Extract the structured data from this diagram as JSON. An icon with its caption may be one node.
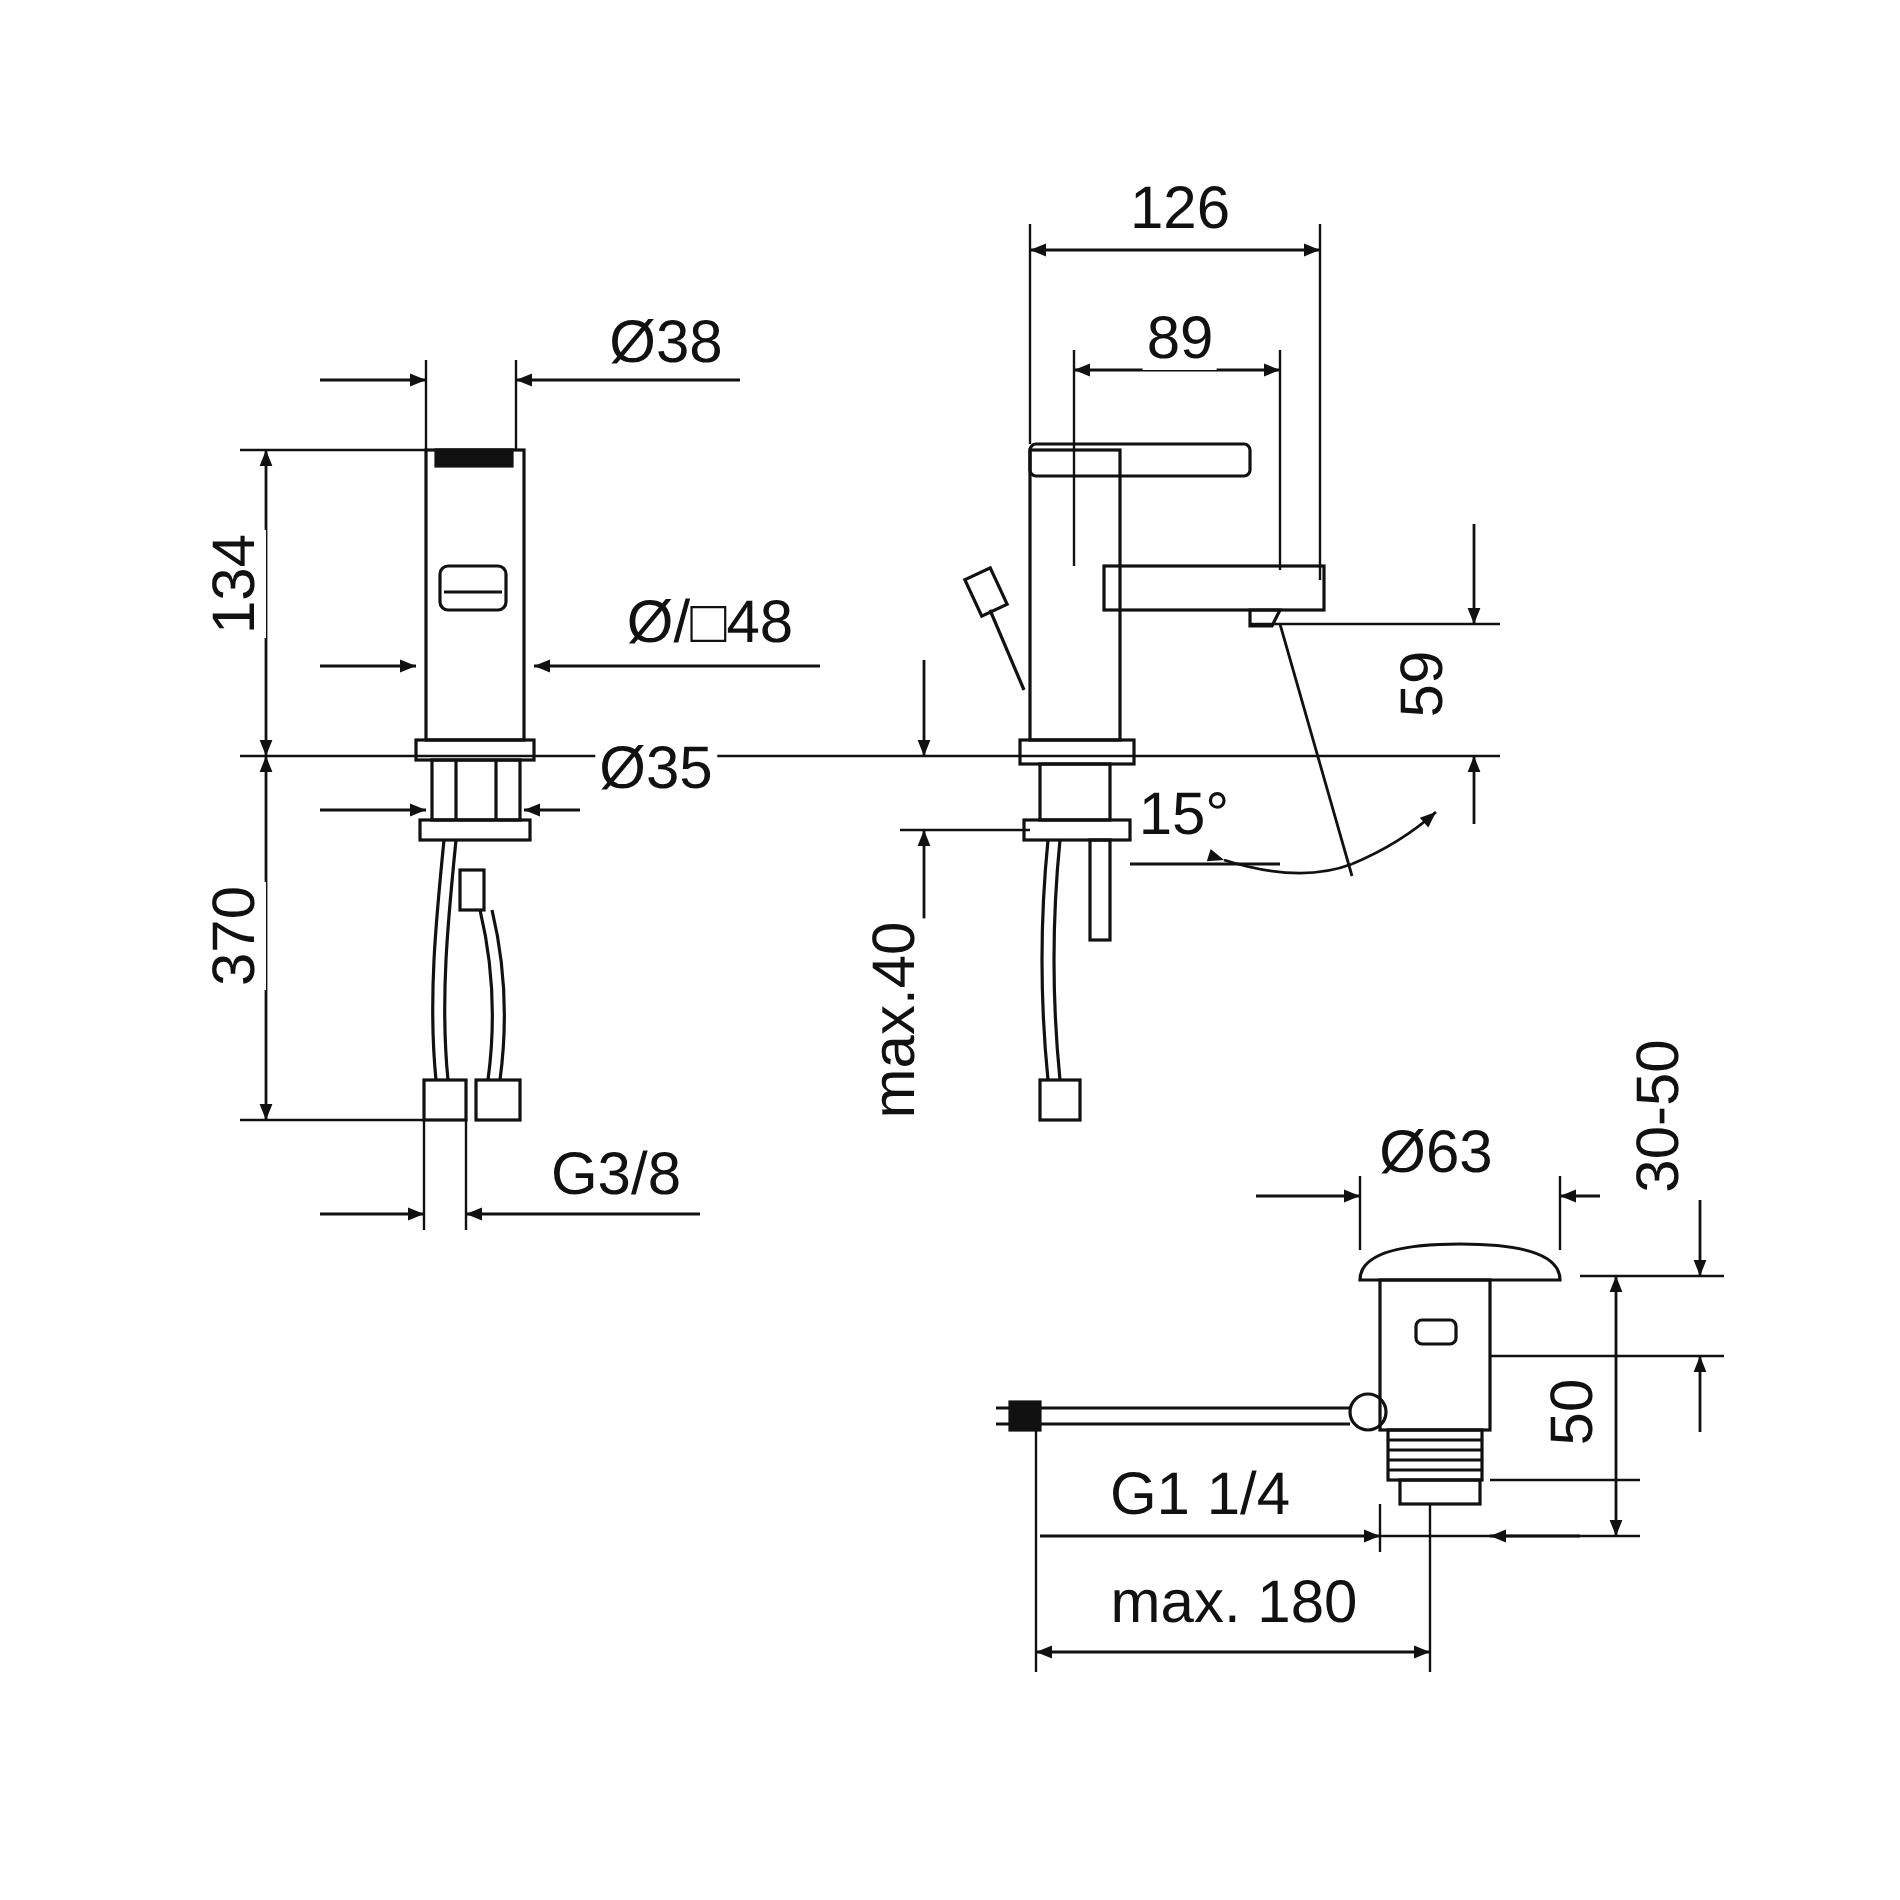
{
  "diagram": {
    "labels": [
      "Ø38",
      "134",
      "Ø/□48",
      "Ø35",
      "370",
      "G3/8",
      "126",
      "89",
      "59",
      "15°",
      "max.40",
      "Ø63",
      "30-50",
      "50",
      "G1 1/4",
      "max. 180"
    ]
  }
}
